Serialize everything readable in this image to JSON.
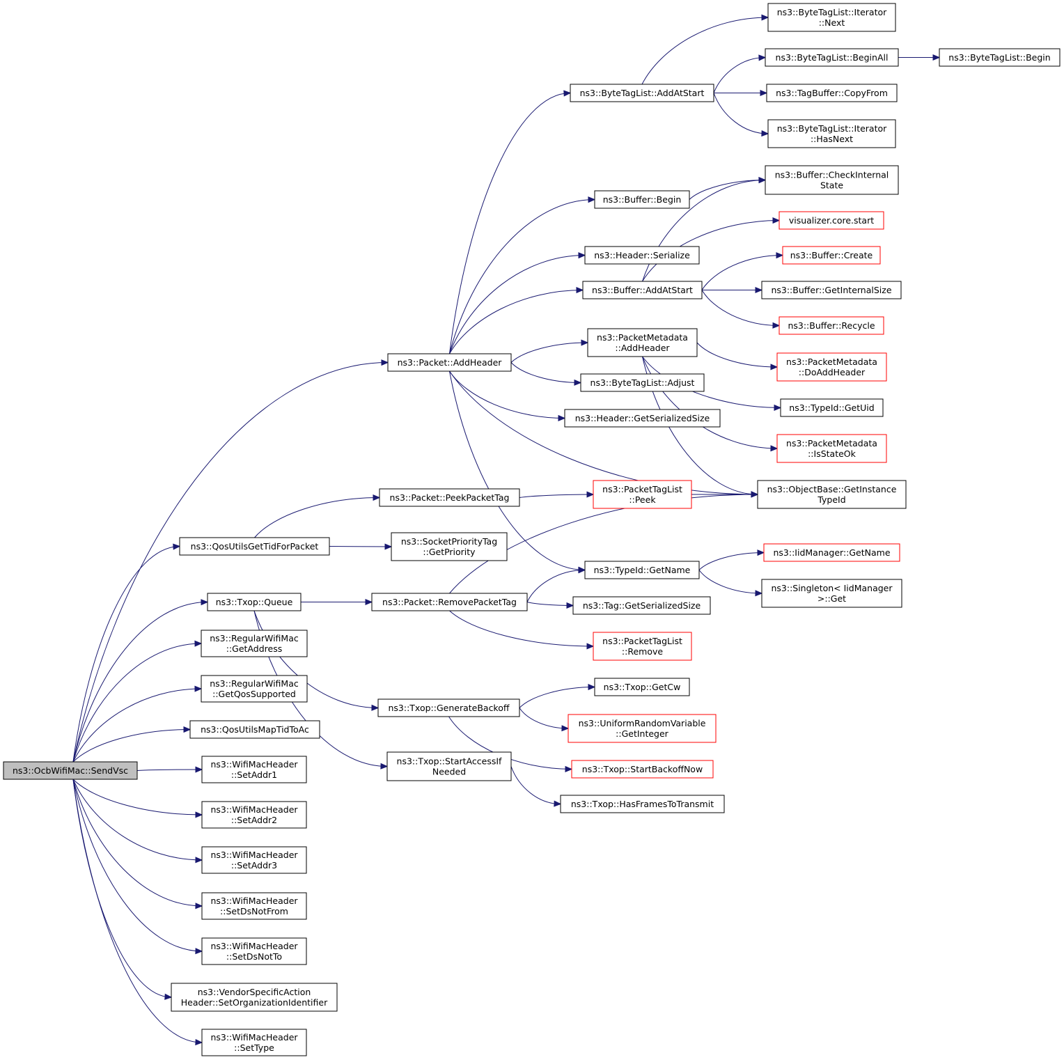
{
  "graph": {
    "edge_color": "#191970",
    "node_border_color": "#000000",
    "node_red_border_color": "#ff0000",
    "root_fill_color": "#bfbfbf",
    "nodes": [
      {
        "id": "sendvsc",
        "lines": [
          "ns3::OcbWifiMac::SendVsc"
        ],
        "style": "root"
      },
      {
        "id": "addheader",
        "lines": [
          "ns3::Packet::AddHeader"
        ],
        "style": "normal"
      },
      {
        "id": "qosgettid",
        "lines": [
          "ns3::QosUtilsGetTidForPacket"
        ],
        "style": "normal"
      },
      {
        "id": "txopqueue",
        "lines": [
          "ns3::Txop::Queue"
        ],
        "style": "normal"
      },
      {
        "id": "getaddress",
        "lines": [
          "ns3::RegularWifiMac",
          "::GetAddress"
        ],
        "style": "normal"
      },
      {
        "id": "getqossupported",
        "lines": [
          "ns3::RegularWifiMac",
          "::GetQosSupported"
        ],
        "style": "normal"
      },
      {
        "id": "maptidtoac",
        "lines": [
          "ns3::QosUtilsMapTidToAc"
        ],
        "style": "normal"
      },
      {
        "id": "setaddr1",
        "lines": [
          "ns3::WifiMacHeader",
          "::SetAddr1"
        ],
        "style": "normal"
      },
      {
        "id": "setaddr2",
        "lines": [
          "ns3::WifiMacHeader",
          "::SetAddr2"
        ],
        "style": "normal"
      },
      {
        "id": "setaddr3",
        "lines": [
          "ns3::WifiMacHeader",
          "::SetAddr3"
        ],
        "style": "normal"
      },
      {
        "id": "setdsnotfrom",
        "lines": [
          "ns3::WifiMacHeader",
          "::SetDsNotFrom"
        ],
        "style": "normal"
      },
      {
        "id": "setdsnotto",
        "lines": [
          "ns3::WifiMacHeader",
          "::SetDsNotTo"
        ],
        "style": "normal"
      },
      {
        "id": "setorgid",
        "lines": [
          "ns3::VendorSpecificAction",
          "Header::SetOrganizationIdentifier"
        ],
        "style": "normal"
      },
      {
        "id": "settype",
        "lines": [
          "ns3::WifiMacHeader",
          "::SetType"
        ],
        "style": "normal"
      },
      {
        "id": "peekpackettag",
        "lines": [
          "ns3::Packet::PeekPacketTag"
        ],
        "style": "normal"
      },
      {
        "id": "getpriority",
        "lines": [
          "ns3::SocketPriorityTag",
          "::GetPriority"
        ],
        "style": "normal"
      },
      {
        "id": "removepackettag",
        "lines": [
          "ns3::Packet::RemovePacketTag"
        ],
        "style": "normal"
      },
      {
        "id": "generatebackoff",
        "lines": [
          "ns3::Txop::GenerateBackoff"
        ],
        "style": "normal"
      },
      {
        "id": "startaccessifneeded",
        "lines": [
          "ns3::Txop::StartAccessIf",
          "Needed"
        ],
        "style": "normal"
      },
      {
        "id": "btl_addatstart",
        "lines": [
          "ns3::ByteTagList::AddAtStart"
        ],
        "style": "normal"
      },
      {
        "id": "buffer_begin",
        "lines": [
          "ns3::Buffer::Begin"
        ],
        "style": "normal"
      },
      {
        "id": "header_serialize",
        "lines": [
          "ns3::Header::Serialize"
        ],
        "style": "normal"
      },
      {
        "id": "buffer_addatstart",
        "lines": [
          "ns3::Buffer::AddAtStart"
        ],
        "style": "normal"
      },
      {
        "id": "pm_addheader",
        "lines": [
          "ns3::PacketMetadata",
          "::AddHeader"
        ],
        "style": "normal"
      },
      {
        "id": "btl_adjust",
        "lines": [
          "ns3::ByteTagList::Adjust"
        ],
        "style": "normal"
      },
      {
        "id": "header_getsize",
        "lines": [
          "ns3::Header::GetSerializedSize"
        ],
        "style": "normal"
      },
      {
        "id": "ptl_peek",
        "lines": [
          "ns3::PacketTagList",
          "::Peek"
        ],
        "style": "red"
      },
      {
        "id": "typeid_getname",
        "lines": [
          "ns3::TypeId::GetName"
        ],
        "style": "normal"
      },
      {
        "id": "tag_getsize",
        "lines": [
          "ns3::Tag::GetSerializedSize"
        ],
        "style": "normal"
      },
      {
        "id": "ptl_remove",
        "lines": [
          "ns3::PacketTagList",
          "::Remove"
        ],
        "style": "red"
      },
      {
        "id": "txop_getcw",
        "lines": [
          "ns3::Txop::GetCw"
        ],
        "style": "normal"
      },
      {
        "id": "urv_getinteger",
        "lines": [
          "ns3::UniformRandomVariable",
          "::GetInteger"
        ],
        "style": "red"
      },
      {
        "id": "startbackoffnow",
        "lines": [
          "ns3::Txop::StartBackoffNow"
        ],
        "style": "red"
      },
      {
        "id": "hasframes",
        "lines": [
          "ns3::Txop::HasFramesToTransmit"
        ],
        "style": "normal"
      },
      {
        "id": "btl_iter_next",
        "lines": [
          "ns3::ByteTagList::Iterator",
          "::Next"
        ],
        "style": "normal"
      },
      {
        "id": "btl_beginall",
        "lines": [
          "ns3::ByteTagList::BeginAll"
        ],
        "style": "normal"
      },
      {
        "id": "btl_begin",
        "lines": [
          "ns3::ByteTagList::Begin"
        ],
        "style": "normal"
      },
      {
        "id": "tagbuffer_copyfrom",
        "lines": [
          "ns3::TagBuffer::CopyFrom"
        ],
        "style": "normal"
      },
      {
        "id": "btl_iter_hasnext",
        "lines": [
          "ns3::ByteTagList::Iterator",
          "::HasNext"
        ],
        "style": "normal"
      },
      {
        "id": "buffer_checkinternal",
        "lines": [
          "ns3::Buffer::CheckInternal",
          "State"
        ],
        "style": "normal"
      },
      {
        "id": "viz_start",
        "lines": [
          "visualizer.core.start"
        ],
        "style": "red"
      },
      {
        "id": "buffer_create",
        "lines": [
          "ns3::Buffer::Create"
        ],
        "style": "red"
      },
      {
        "id": "buffer_getinternalsize",
        "lines": [
          "ns3::Buffer::GetInternalSize"
        ],
        "style": "normal"
      },
      {
        "id": "buffer_recycle",
        "lines": [
          "ns3::Buffer::Recycle"
        ],
        "style": "red"
      },
      {
        "id": "pm_doaddheader",
        "lines": [
          "ns3::PacketMetadata",
          "::DoAddHeader"
        ],
        "style": "red"
      },
      {
        "id": "typeid_getuid",
        "lines": [
          "ns3::TypeId::GetUid"
        ],
        "style": "normal"
      },
      {
        "id": "pm_isstateok",
        "lines": [
          "ns3::PacketMetadata",
          "::IsStateOk"
        ],
        "style": "red"
      },
      {
        "id": "objbase_getinstancetypeid",
        "lines": [
          "ns3::ObjectBase::GetInstance",
          "TypeId"
        ],
        "style": "normal"
      },
      {
        "id": "iidmanager_getname",
        "lines": [
          "ns3::IidManager::GetName"
        ],
        "style": "red"
      },
      {
        "id": "singleton_get",
        "lines": [
          "ns3::Singleton< IidManager",
          ">::Get"
        ],
        "style": "normal"
      }
    ],
    "edges": [
      [
        "sendvsc",
        "addheader"
      ],
      [
        "sendvsc",
        "qosgettid"
      ],
      [
        "sendvsc",
        "txopqueue"
      ],
      [
        "sendvsc",
        "getaddress"
      ],
      [
        "sendvsc",
        "getqossupported"
      ],
      [
        "sendvsc",
        "maptidtoac"
      ],
      [
        "sendvsc",
        "setaddr1"
      ],
      [
        "sendvsc",
        "setaddr2"
      ],
      [
        "sendvsc",
        "setaddr3"
      ],
      [
        "sendvsc",
        "setdsnotfrom"
      ],
      [
        "sendvsc",
        "setdsnotto"
      ],
      [
        "sendvsc",
        "setorgid"
      ],
      [
        "sendvsc",
        "settype"
      ],
      [
        "addheader",
        "btl_addatstart"
      ],
      [
        "addheader",
        "buffer_begin"
      ],
      [
        "addheader",
        "header_serialize"
      ],
      [
        "addheader",
        "buffer_addatstart"
      ],
      [
        "addheader",
        "pm_addheader"
      ],
      [
        "addheader",
        "btl_adjust"
      ],
      [
        "addheader",
        "header_getsize"
      ],
      [
        "addheader",
        "objbase_getinstancetypeid"
      ],
      [
        "addheader",
        "typeid_getname"
      ],
      [
        "btl_addatstart",
        "btl_iter_next"
      ],
      [
        "btl_addatstart",
        "btl_beginall"
      ],
      [
        "btl_addatstart",
        "tagbuffer_copyfrom"
      ],
      [
        "btl_addatstart",
        "btl_iter_hasnext"
      ],
      [
        "btl_beginall",
        "btl_begin"
      ],
      [
        "buffer_begin",
        "buffer_checkinternal"
      ],
      [
        "buffer_addatstart",
        "buffer_checkinternal"
      ],
      [
        "buffer_addatstart",
        "viz_start"
      ],
      [
        "buffer_addatstart",
        "buffer_create"
      ],
      [
        "buffer_addatstart",
        "buffer_getinternalsize"
      ],
      [
        "buffer_addatstart",
        "buffer_recycle"
      ],
      [
        "pm_addheader",
        "pm_doaddheader"
      ],
      [
        "pm_addheader",
        "typeid_getuid"
      ],
      [
        "pm_addheader",
        "pm_isstateok"
      ],
      [
        "pm_addheader",
        "objbase_getinstancetypeid"
      ],
      [
        "qosgettid",
        "peekpackettag"
      ],
      [
        "qosgettid",
        "getpriority"
      ],
      [
        "peekpackettag",
        "ptl_peek"
      ],
      [
        "ptl_peek",
        "objbase_getinstancetypeid"
      ],
      [
        "txopqueue",
        "removepackettag"
      ],
      [
        "txopqueue",
        "generatebackoff"
      ],
      [
        "txopqueue",
        "startaccessifneeded"
      ],
      [
        "removepackettag",
        "objbase_getinstancetypeid"
      ],
      [
        "removepackettag",
        "typeid_getname"
      ],
      [
        "removepackettag",
        "tag_getsize"
      ],
      [
        "removepackettag",
        "ptl_remove"
      ],
      [
        "typeid_getname",
        "iidmanager_getname"
      ],
      [
        "typeid_getname",
        "singleton_get"
      ],
      [
        "generatebackoff",
        "txop_getcw"
      ],
      [
        "generatebackoff",
        "urv_getinteger"
      ],
      [
        "generatebackoff",
        "startbackoffnow"
      ],
      [
        "startaccessifneeded",
        "hasframes"
      ]
    ]
  }
}
